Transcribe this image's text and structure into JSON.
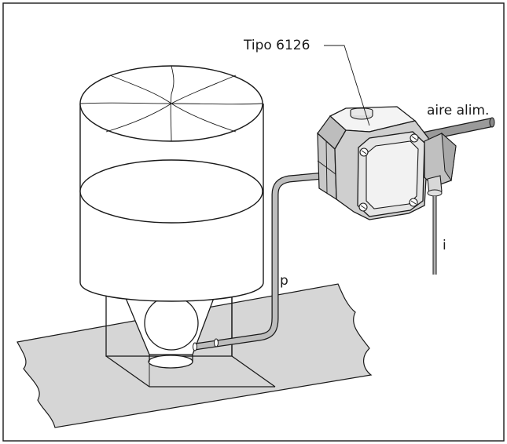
{
  "diagram": {
    "labels": {
      "device": "Tipo 6126",
      "supply_air": "aire alim.",
      "signal": "i",
      "pressure": "p"
    },
    "colors": {
      "ground": "#d6d6d6",
      "pipe": "#9a9a9a",
      "device_side": "#c4c4c4",
      "device_front": "#efefef",
      "stroke": "#1a1a1a"
    }
  }
}
